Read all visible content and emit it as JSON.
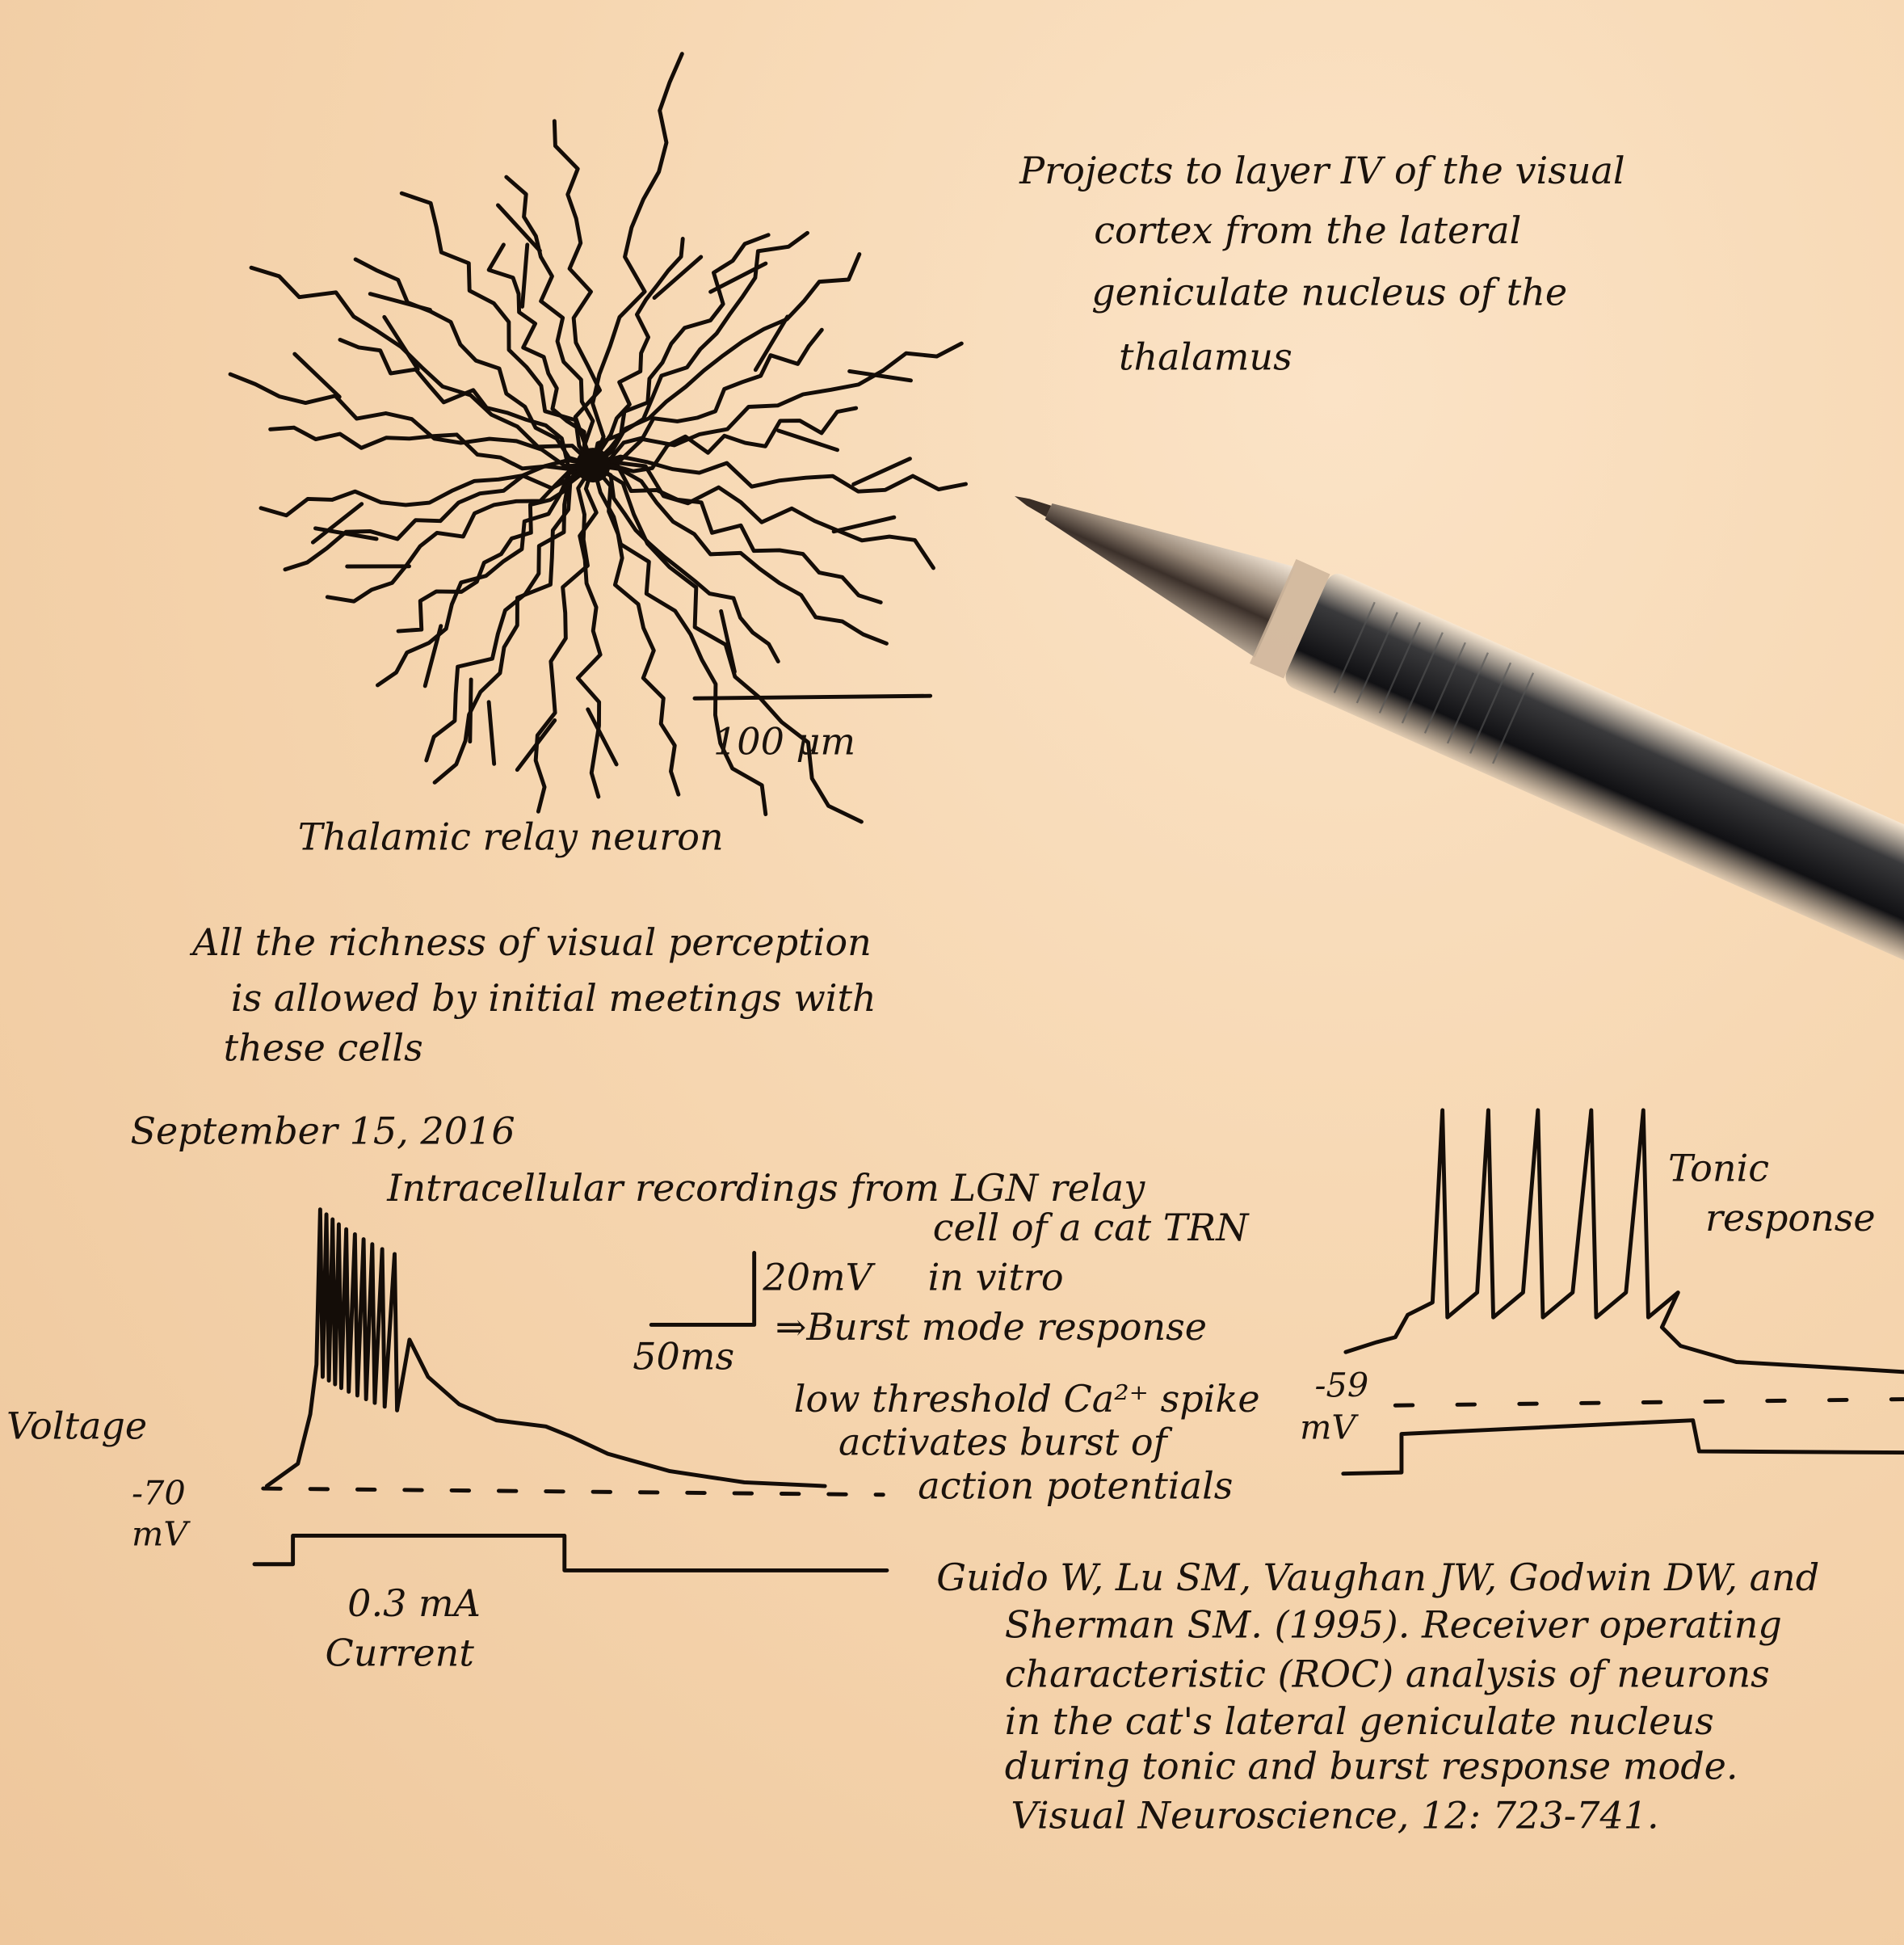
{
  "projection_note": [
    "Projects to layer IV of the visual",
    "cortex from the lateral",
    "geniculate nucleus of the",
    "thalamus"
  ],
  "neuron": {
    "scale_bar_label": "100 μm",
    "caption": "Thalamic relay neuron"
  },
  "perception_note": [
    "All the richness of visual perception",
    "is allowed by initial meetings with",
    "these cells"
  ],
  "date": "September 15, 2016",
  "recording_note": {
    "line1": "Intracellular recordings from LGN relay",
    "line2": "cell of a cat TRN",
    "line3": "in vitro"
  },
  "burst_trace": {
    "scale_voltage": "20mV",
    "scale_time": "50ms",
    "mode_label": "⇒Burst mode response",
    "explanation": [
      "low threshold Ca²⁺ spike",
      "activates burst of",
      "action potentials"
    ],
    "y_label": "Voltage",
    "baseline_value": "-70",
    "baseline_unit": "mV",
    "current_value": "0.3 mA",
    "current_label": "Current"
  },
  "tonic_trace": {
    "label": [
      "Tonic",
      "response"
    ],
    "baseline_value": "-59",
    "baseline_unit": "mV"
  },
  "citation": [
    "Guido W, Lu SM, Vaughan JW, Godwin DW, and",
    "Sherman SM. (1995). Receiver operating",
    "characteristic (ROC) analysis of neurons",
    "in the cat's lateral geniculate nucleus",
    "during tonic and burst response mode.",
    "Visual Neuroscience, 12: 723-741."
  ],
  "colors": {
    "paper": "#f6d6b0",
    "ink": "#140d08"
  },
  "objects": [
    "pen"
  ]
}
